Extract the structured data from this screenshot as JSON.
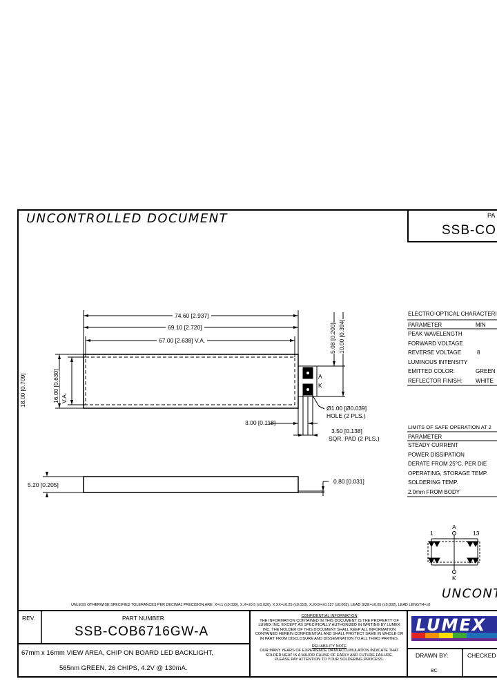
{
  "header": {
    "stamp": "UNCONTROLLED DOCUMENT",
    "part_label": "PA",
    "part_number_top": "SSB-CO"
  },
  "drawing": {
    "dim_7460": "74.60 [2.937]",
    "dim_6910": "69.10 [2.720]",
    "dim_6700": "67.00 [2.638] V.A.",
    "dim_1800": "18.00 [0.709]",
    "dim_1600": "16.00 [0.630]",
    "dim_va": "V.A.",
    "dim_508": "5.08 [0.200]",
    "dim_1000": "10.00 [0.394]",
    "pin_a": "A",
    "pin_k": "K",
    "hole_dim": "Ø1.00 [Ø0.039]",
    "hole_note": "HOLE (2 PLS.)",
    "dim_300": "3.00 [0.118]",
    "dim_350": "3.50 [0.138]",
    "pad_note": "SQR. PAD (2 PLS.)",
    "dim_520": "5.20 [0.205]",
    "dim_080": "0.80 [0.031]"
  },
  "electro_optical": {
    "title": "ELECTRO-OPTICAL CHARACTERIST",
    "header": [
      "PARAMETER",
      "MIN"
    ],
    "rows": [
      [
        "PEAK WAVELENGTH",
        ""
      ],
      [
        "FORWARD VOLTAGE",
        ""
      ],
      [
        "REVERSE VOLTAGE",
        "8"
      ],
      [
        "LUMINOUS INTENSITY",
        ""
      ],
      [
        "EMITTED COLOR:",
        "GREEN"
      ],
      [
        "REFLECTOR FINISH:",
        "WHITE"
      ]
    ]
  },
  "safe_operation": {
    "title": "LIMITS OF SAFE OPERATION AT 2",
    "header": "PARAMETER",
    "rows": [
      "STEADY CURRENT",
      "POWER DISSIPATION",
      "DERATE FROM 25°C, PER DIE",
      "OPERATING, STORAGE TEMP.",
      "SOLDERING TEMP.",
      "2.0mm FROM BODY"
    ]
  },
  "schematic": {
    "anode": "A",
    "cathode": "K",
    "pin_1": "1",
    "pin_13": "13"
  },
  "stamp_bottom": "UNCONT",
  "tolerance_note": "UNLESS OTHERWISE SPECIFIED TOLERANCES PER DECIMAL PRECISION ARE: X=±1 (±0.039), X.X=±0.5 (±0.020), X.XX=±0.25 (±0.010), X.XXX=±0.127 (±0.005).  LEAD SIZE=±0.05 (±0.002), LEAD LENGTH=±0",
  "title_block": {
    "rev_label": "REV.",
    "part_number_label": "PART NUMBER",
    "part_number": "SSB-COB6716GW-A",
    "description_1": "67mm x 16mm VIEW AREA, CHIP ON BOARD LED BACKLIGHT,",
    "description_2": "565nm GREEN, 26 CHIPS, 4.2V @ 130mA.",
    "confidential_title": "CONFIDENTIAL INFORMATION",
    "confidential_lines": [
      "THE INFORMATION CONTAINED IN THIS DOCUMENT IS THE PROPERTY OF",
      "LUMEX INC.  EXCEPT AS SPECIFICALLY AUTHORIZED IN WRITING BY LUMEX",
      "INC. THE HOLDER OF THIS DOCUMENT SHALL KEEP ALL INFORMATION",
      "CONTAINED HEREIN CONFIDENTIAL AND SHALL PROTECT SAME IN WHOLE OR",
      "IN PART FROM DISCLOSURE AND DISSEMINATION TO ALL THIRD PARTIES."
    ],
    "reliability_title": "RELIABILITY NOTE",
    "reliability_lines": [
      "OUR MANY YEARS OF EXPERIENCE DATA ACCUMULATION INDICATE THAT",
      "SOLDER HEAT IS A MAJOR CAUSE OF EARLY AND FUTURE FAILURE.",
      "PLEASE PAY ATTENTION TO YOUR SOLDERING PROCESS."
    ],
    "logo_text": "LUMEX",
    "drawn_by_label": "DRAWN BY:",
    "drawn_by_value": "BC",
    "checked_label": "CHECKED"
  }
}
